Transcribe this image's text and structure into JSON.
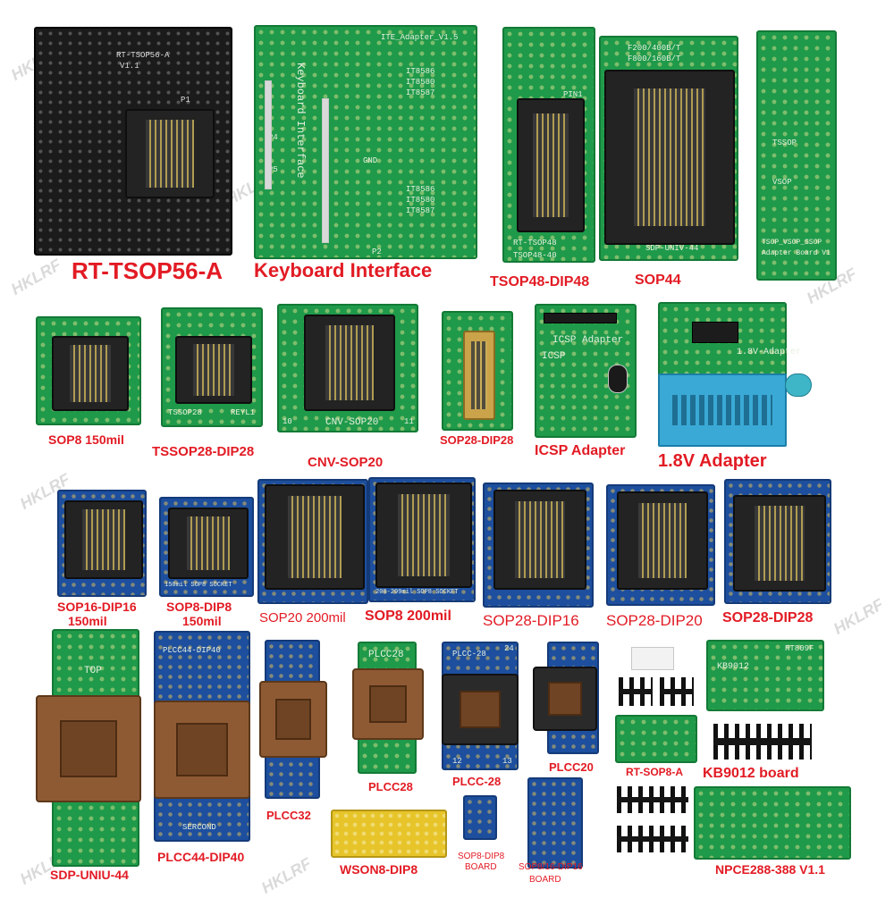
{
  "watermark": "HKLRF",
  "labels": {
    "rt_tsop56": "RT-TSOP56-A",
    "keyboard": "Keyboard Interface",
    "tsop48": "TSOP48-DIP48",
    "sop44": "SOP44",
    "sop8_150": "SOP8 150mil",
    "tssop28": "TSSOP28-DIP28",
    "cnv_sop20": "CNV-SOP20",
    "sop28_dip28_a": "SOP28-DIP28",
    "icsp": "ICSP Adapter",
    "v18": "1.8V Adapter",
    "sop16_dip16": "SOP16-DIP16",
    "sop16_150": "150mil",
    "sop8_dip8": "SOP8-DIP8",
    "sop8_dip8_150": "150mil",
    "sop20_200": "SOP20 200mil",
    "sop8_200": "SOP8 200mil",
    "sop28_dip16": "SOP28-DIP16",
    "sop28_dip20": "SOP28-DIP20",
    "sop28_dip28_b": "SOP28-DIP28",
    "sdp_uniu": "SDP-UNIU-44",
    "plcc44": "PLCC44-DIP40",
    "plcc32": "PLCC32",
    "plcc28_a": "PLCC28",
    "plcc28_b": "PLCC-28",
    "plcc20": "PLCC20",
    "rt_sop8": "RT-SOP8-A",
    "kb9012": "KB9012 board",
    "wson8": "WSON8-DIP8",
    "sop8_board_1": "SOP8-DIP8",
    "sop8_board_2": "BOARD",
    "sop8_16_1": "SOP8/16-DIP16",
    "sop8_16_2": "BOARD",
    "npce": "NPCE288-388  V1.1"
  },
  "silkscreen": {
    "rt_tsop56_a": "RT-TSOP56-A",
    "rt_tsop56_v": "V1.1",
    "rt_tsop56_p1": "P1",
    "ite_adapter": "ITE_Adapter_V1.5",
    "keyboard_vertical": "Keyboard Interface",
    "it8586": "IT8586",
    "it8580": "IT8580",
    "it8587": "IT8587",
    "p4": "P4",
    "p5": "P5",
    "p2": "P2",
    "gnd": "GND",
    "pin1": "PIN1",
    "rt_tsop48": "RT-TSOP48",
    "tsop48_40": "TSOP48-40",
    "f200": "F200/400B/T",
    "f800": "F800/160B/T",
    "sdp": "SDP",
    "sdp_univ": "SDP-UNIV-44",
    "tsop_vsop": "TSOP_VSOP_SSOP",
    "adapter_board": "Adapter Board V1",
    "tssop": "TSSOP",
    "vsop": "VSOP",
    "tssop28": "TSSOP28",
    "reyl1": "REYL1",
    "cnv_sop20": "CNV-SOP20",
    "num_10": "10",
    "num_11": "11",
    "icsp_adapter": "ICSP Adapter",
    "icsp": "ICSP",
    "v18_adapter": "1.8V-Adapter",
    "top": "TOP",
    "plcc44_dip40": "PLCC44-DIP40",
    "sercond": "SERCOND",
    "plcc28": "PLCC28",
    "plcc_28": "PLCC-28",
    "kb9012": "KB9012",
    "rt809f": "RT809F",
    "num_24": "24",
    "num_12": "12",
    "num_13": "13",
    "sop8_socket_150": "150mil SOP8 SOCKET",
    "sop8_socket_200": "200-209mil SOP8 SOCKET"
  }
}
